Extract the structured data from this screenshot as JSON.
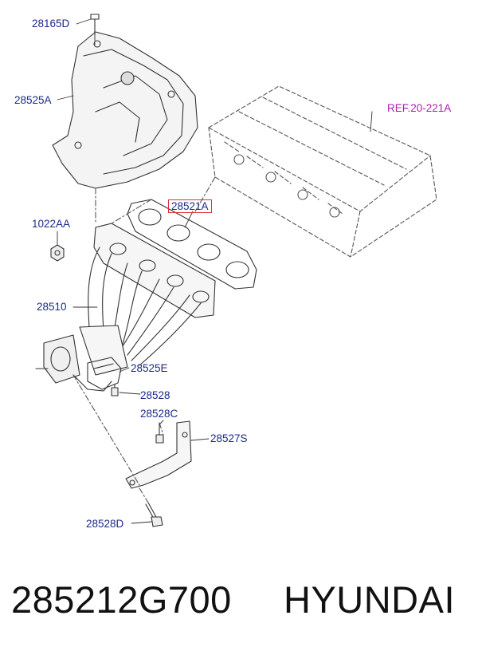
{
  "callouts": {
    "c28165D": "28165D",
    "c28525A": "28525A",
    "ref": "REF.20-221A",
    "c1022AA": "1022AA",
    "c28521A": "28521A",
    "c28510": "28510",
    "c28525E": "28525E",
    "c28528": "28528",
    "c28528C": "28528C",
    "c28527S": "28527S",
    "c28528D": "28528D"
  },
  "footer": {
    "part_number": "285212G700",
    "brand": "HYUNDAI"
  },
  "colors": {
    "callout_text": "#1c2a8a",
    "ref_text": "#b01cb0",
    "highlight_box": "#e0303a",
    "line_art": "#333333"
  }
}
